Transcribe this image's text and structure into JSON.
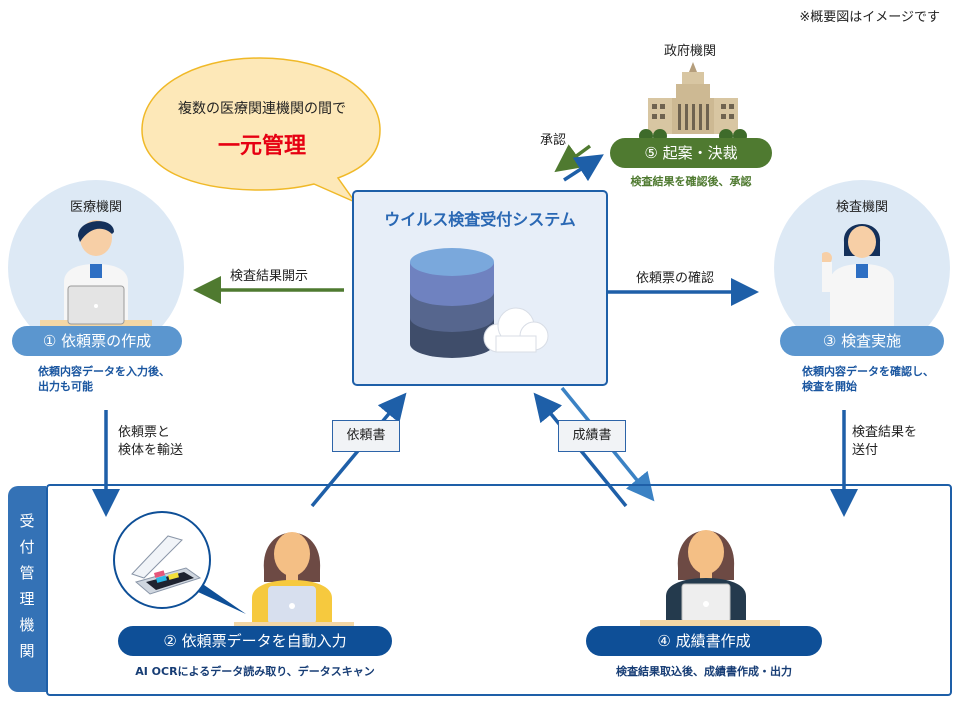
{
  "note": "※概要図はイメージです",
  "speech_bubble": {
    "line1": "複数の医療関連機関の間で",
    "line2": "一元管理",
    "highlight_color": "#e60012"
  },
  "system": {
    "title": "ウイルス検査受付システム",
    "icons": [
      "database-icon",
      "cloud-icon"
    ]
  },
  "government": {
    "label": "政府機関",
    "icon": "parliament-building-icon",
    "step": "⑤ 起案・決裁",
    "description": "検査結果を確認後、承認",
    "flow_label": "承認",
    "color": "#4f7a30"
  },
  "medical": {
    "label": "医療機関",
    "step": "① 依頼票の作成",
    "description_line1": "依頼内容データを入力後、",
    "description_line2": "出力も可能",
    "flow_label_line1": "依頼票と",
    "flow_label_line2": "検体を輸送"
  },
  "lab": {
    "label": "検査機関",
    "step": "③ 検査実施",
    "description_line1": "依頼内容データを確認し、",
    "description_line2": "検査を開始",
    "flow_label_line1": "検査結果を",
    "flow_label_line2": "送付"
  },
  "flows": {
    "result_disclosure": "検査結果開示",
    "request_check": "依頼票の確認",
    "request_doc": "依頼書",
    "report_doc": "成績書"
  },
  "reception": {
    "tab_chars": [
      "受",
      "付",
      "管",
      "理",
      "機",
      "関"
    ],
    "step2": "② 依頼票データを自動入力",
    "step2_description": "AI OCRによるデータ読み取り、データスキャン",
    "step4": "④ 成績書作成",
    "step4_description": "検査結果取込後、成績書作成・出力"
  },
  "colors": {
    "primary_blue": "#1e5fa8",
    "light_blue": "#5b96cf",
    "dark_blue": "#0e4f97",
    "green": "#4f7a30",
    "circle_bg": "#dde9f5"
  }
}
